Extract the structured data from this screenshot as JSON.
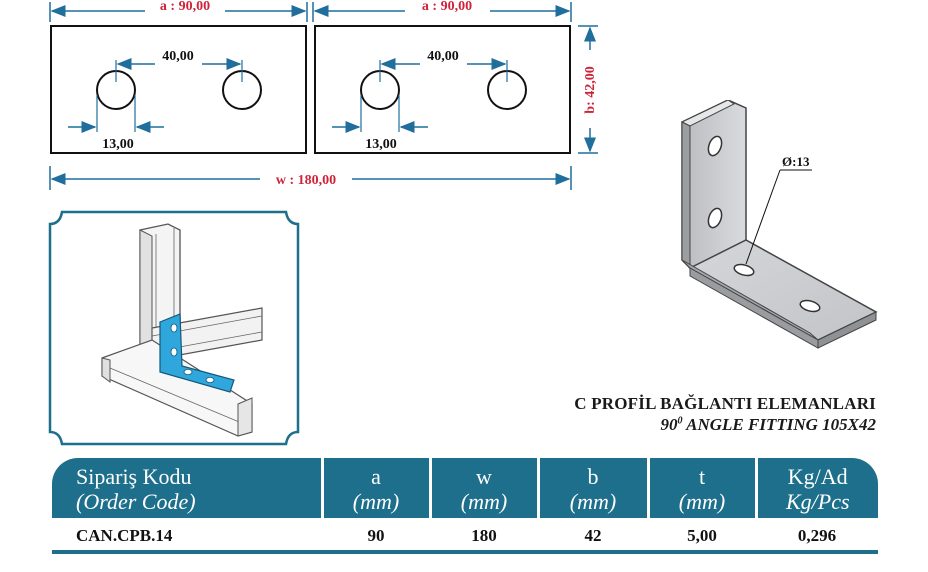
{
  "drawing": {
    "dim_a_left": "a : 90,00",
    "dim_a_right": "a : 90,00",
    "dim_b": "b: 42,00",
    "dim_w": "w : 180,00",
    "hole_spacing_left": "40,00",
    "hole_spacing_right": "40,00",
    "edge_offset_left": "13,00",
    "edge_offset_right": "13,00",
    "hole_diameter": "Ø:13"
  },
  "product": {
    "title_tr": "C PROFİL BAĞLANTI ELEMANLARI",
    "title_en_prefix": "90",
    "title_en_sup": "0",
    "title_en_suffix": " ANGLE FITTING 105X42"
  },
  "spec_table": {
    "headers": [
      {
        "line1": "Sipariş Kodu",
        "line2": "(Order Code)"
      },
      {
        "line1": "a",
        "line2": "(mm)"
      },
      {
        "line1": "w",
        "line2": "(mm)"
      },
      {
        "line1": "b",
        "line2": "(mm)"
      },
      {
        "line1": "t",
        "line2": "(mm)"
      },
      {
        "line1": "Kg/Ad",
        "line2": "Kg/Pcs"
      }
    ],
    "rows": [
      [
        "CAN.CPB.14",
        "90",
        "180",
        "42",
        "5,00",
        "0,296"
      ]
    ]
  },
  "colors": {
    "accent": "#1d6f8b",
    "dimension_red": "#d0233a",
    "bracket_blue": "#2fa6dc"
  }
}
